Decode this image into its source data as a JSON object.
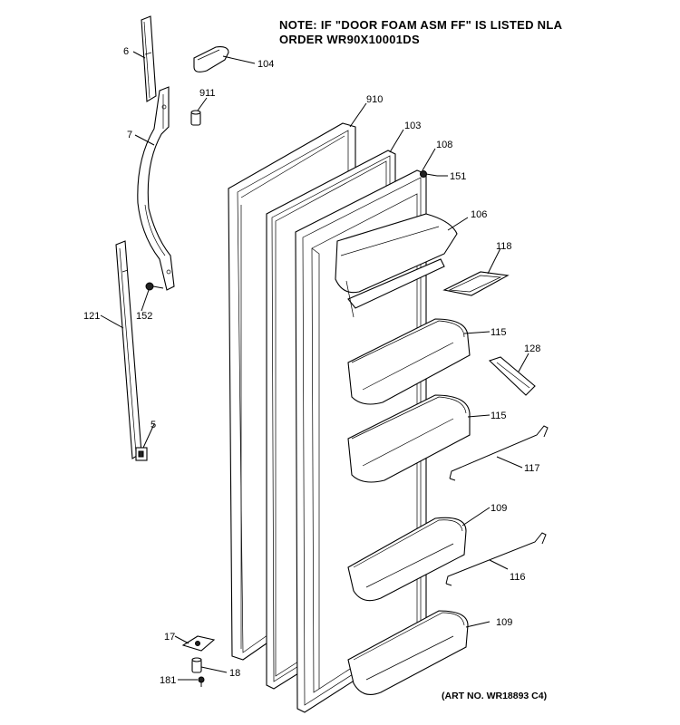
{
  "note": {
    "line1": "NOTE: IF \"DOOR FOAM ASM FF\" IS LISTED NLA",
    "line2": "ORDER WR90X10001DS"
  },
  "art_number": "(ART NO. WR18893 C4)",
  "callouts": {
    "p6": "6",
    "p104": "104",
    "p911": "911",
    "p7": "7",
    "p910": "910",
    "p103": "103",
    "p108": "108",
    "p151": "151",
    "p106": "106",
    "p118": "118",
    "p152": "152",
    "p121": "121",
    "p115a": "115",
    "p128": "128",
    "p115b": "115",
    "p5": "5",
    "p117": "117",
    "p109a": "109",
    "p116": "116",
    "p109b": "109",
    "p17": "17",
    "p18": "18",
    "p181": "181"
  }
}
